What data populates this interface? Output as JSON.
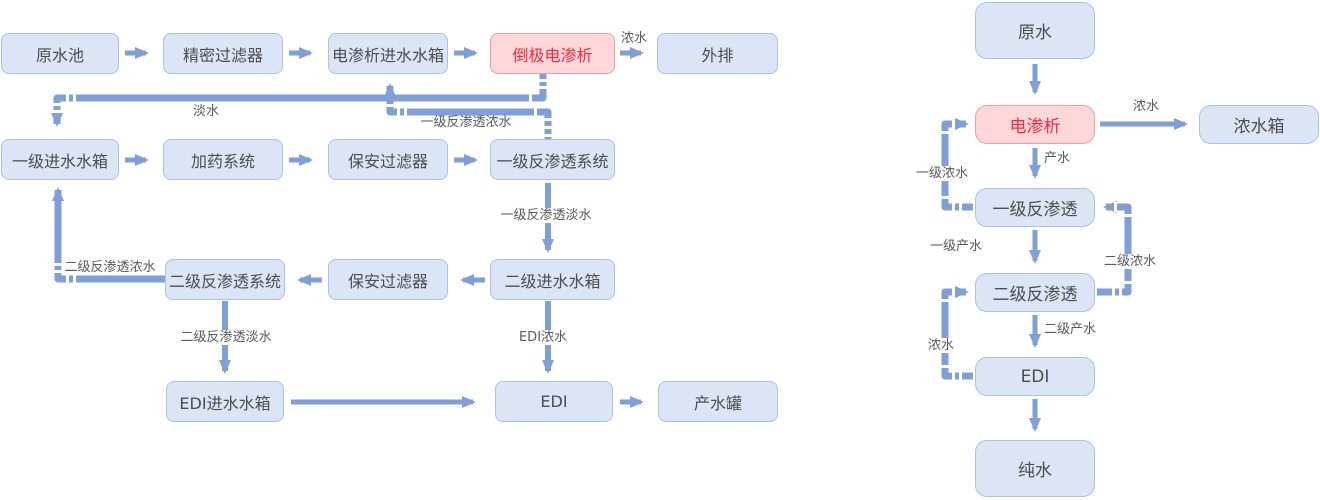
{
  "colors": {
    "background": "#ffffff",
    "node_fill": "#dbe5f6",
    "node_border": "#aac1e9",
    "node_text": "#4d4d4d",
    "highlight_fill": "#fdd7da",
    "highlight_border": "#f49ca6",
    "highlight_text": "#fb2a3a",
    "connector": "#7e9fd8",
    "edge_label_text": "#595959"
  },
  "left_diagram": {
    "nodes": {
      "raw_water_pool": "原水池",
      "precision_filter": "精密过滤器",
      "ed_feed_tank": "电渗析进水水箱",
      "edr": "倒极电渗析",
      "outfall": "外排",
      "stage1_feed_tank": "一级进水水箱",
      "dosing_system": "加药系统",
      "security_filter_1": "保安过滤器",
      "ro1_system": "一级反渗透系统",
      "ro2_system": "二级反渗透系统",
      "security_filter_2": "保安过滤器",
      "stage2_feed_tank": "二级进水水箱",
      "edi_feed_tank": "EDI进水水箱",
      "edi": "EDI",
      "product_tank": "产水罐"
    },
    "edge_labels": {
      "concentrate_out": "浓水",
      "fresh_water": "淡水",
      "ro1_concentrate": "一级反渗透浓水",
      "ro2_concentrate": "二级反渗透浓水",
      "ro1_permeate": "一级反渗透淡水",
      "ro2_permeate": "二级反渗透淡水",
      "edi_concentrate": "EDI浓水"
    }
  },
  "right_diagram": {
    "nodes": {
      "raw_water": "原水",
      "ed": "电渗析",
      "concentrate_tank": "浓水箱",
      "ro1": "一级反渗透",
      "ro2": "二级反渗透",
      "edi": "EDI",
      "pure_water": "纯水"
    },
    "edge_labels": {
      "concentrate": "浓水",
      "product": "产水",
      "ro1_concentrate": "一级浓水",
      "ro1_product": "一级产水",
      "ro2_concentrate": "二级浓水",
      "ro2_product": "二级产水",
      "edi_concentrate": "浓水"
    }
  }
}
